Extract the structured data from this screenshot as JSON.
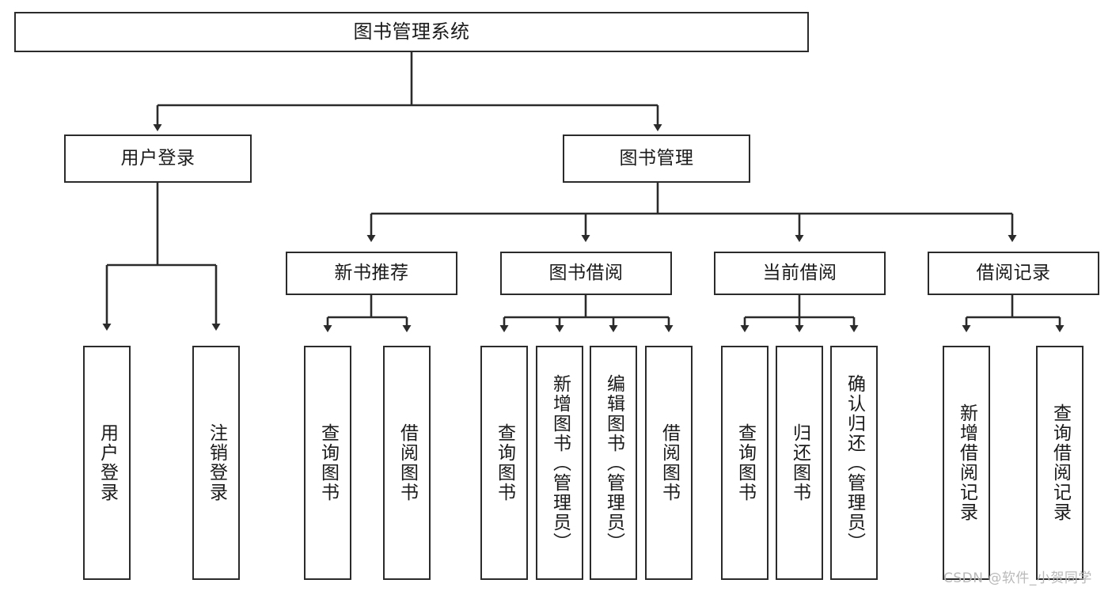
{
  "diagram": {
    "title": "图书管理系统",
    "type": "hierarchy-tree",
    "watermark": "CSDN @软件_小贺同学",
    "nodes": {
      "root": {
        "label": "图书管理系统"
      },
      "level2": [
        {
          "id": "user-login",
          "label": "用户登录"
        },
        {
          "id": "book-management",
          "label": "图书管理"
        }
      ],
      "level3": [
        {
          "id": "new-book-recommend",
          "label": "新书推荐"
        },
        {
          "id": "book-borrow",
          "label": "图书借阅"
        },
        {
          "id": "current-borrow",
          "label": "当前借阅"
        },
        {
          "id": "borrow-record",
          "label": "借阅记录"
        }
      ],
      "leaves": {
        "user_login": [
          {
            "id": "leaf-user-login",
            "label": "用户登录"
          },
          {
            "id": "leaf-logout",
            "label": "注销登录"
          }
        ],
        "new_book_recommend": [
          {
            "id": "leaf-query-book-1",
            "label": "查询图书"
          },
          {
            "id": "leaf-borrow-book-1",
            "label": "借阅图书"
          }
        ],
        "book_borrow": [
          {
            "id": "leaf-query-book-2",
            "label": "查询图书"
          },
          {
            "id": "leaf-add-book",
            "label": "新增图书（管理员）"
          },
          {
            "id": "leaf-edit-book",
            "label": "编辑图书（管理员）"
          },
          {
            "id": "leaf-borrow-book-2",
            "label": "借阅图书"
          }
        ],
        "current_borrow": [
          {
            "id": "leaf-query-book-3",
            "label": "查询图书"
          },
          {
            "id": "leaf-return-book",
            "label": "归还图书"
          },
          {
            "id": "leaf-confirm-return",
            "label": "确认归还（管理员）"
          }
        ],
        "borrow_record": [
          {
            "id": "leaf-add-record",
            "label": "新增借阅记录"
          },
          {
            "id": "leaf-query-record",
            "label": "查询借阅记录"
          }
        ]
      }
    },
    "colors": {
      "stroke": "#2b2b2b",
      "fill": "#ffffff",
      "text": "#1a1a1a",
      "watermark": "#b9b9b9"
    }
  }
}
